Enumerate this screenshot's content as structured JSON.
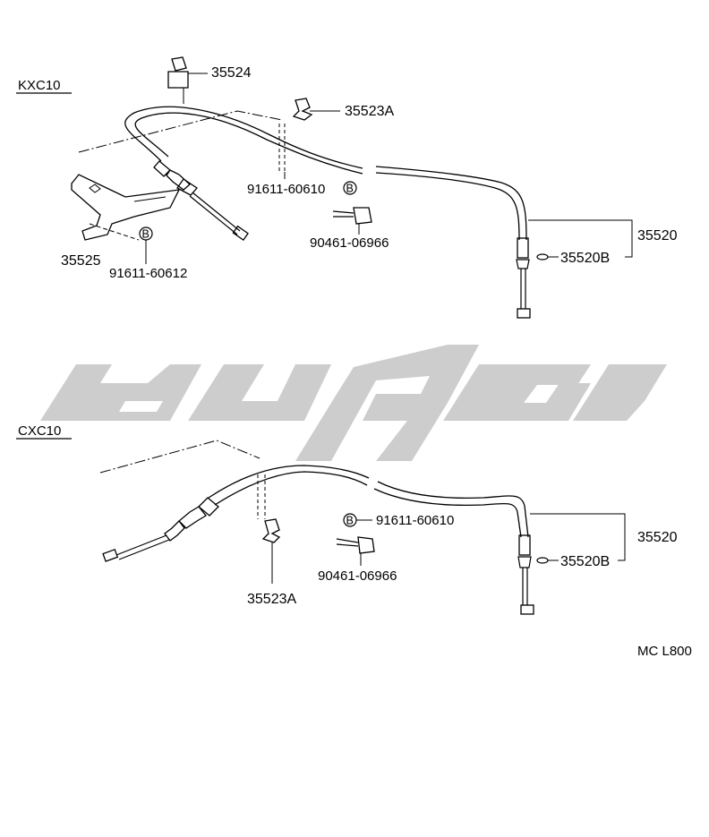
{
  "sections": [
    {
      "id": "kxc10",
      "label": "KXC10",
      "parts": {
        "p35524": "35524",
        "p35523a": "35523A",
        "p35525": "35525",
        "bolt_b": "91611-60610",
        "bolt_b2": "91611-60612",
        "clip": "90461-06966",
        "cable": "35520",
        "cable_end": "35520B"
      }
    },
    {
      "id": "cxc10",
      "label": "CXC10",
      "parts": {
        "bolt_b": "91611-60610",
        "clip": "90461-06966",
        "p35523a": "35523A",
        "cable": "35520",
        "cable_end": "35520B"
      }
    }
  ],
  "bolt_symbol": "B",
  "figure_code": "MC L800",
  "watermark": {
    "color": "#c8c8c8"
  },
  "colors": {
    "line": "#000000",
    "background": "#ffffff"
  }
}
